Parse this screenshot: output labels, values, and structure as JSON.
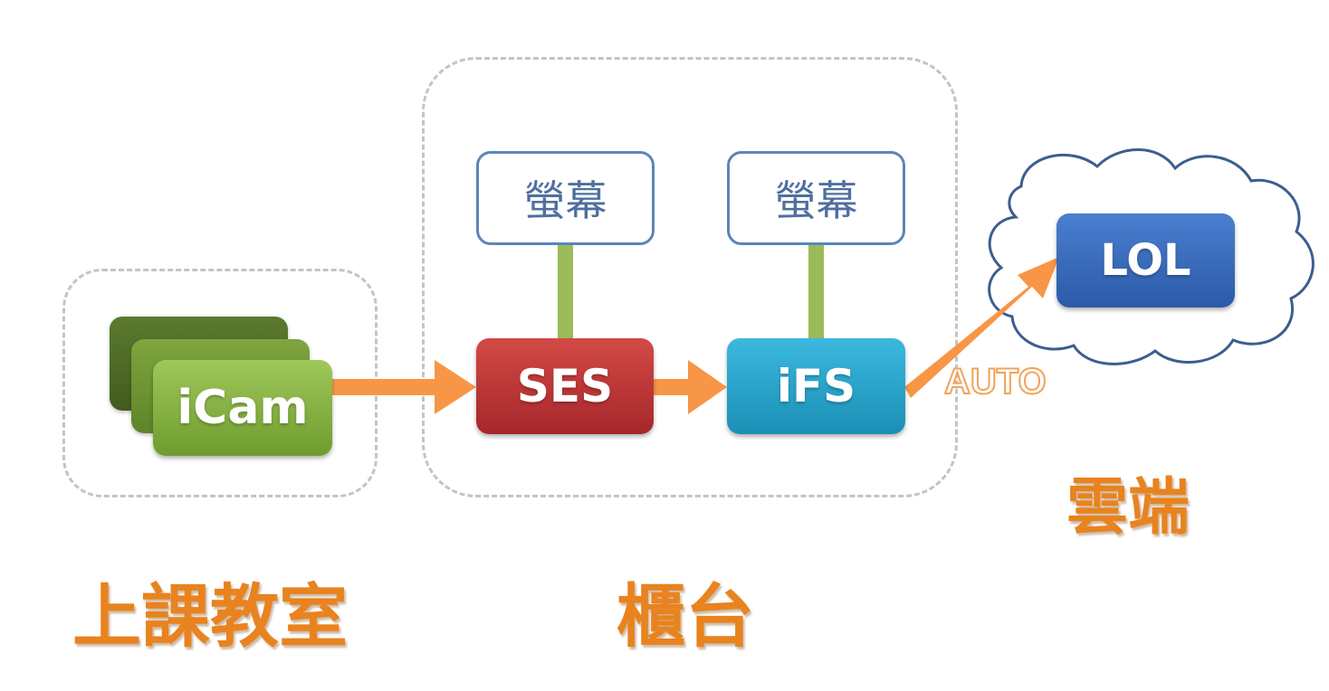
{
  "groups": {
    "classroom_label": "上課教室",
    "counter_label": "櫃台",
    "cloud_label": "雲端"
  },
  "nodes": {
    "icam": "iCam",
    "ses": "SES",
    "ifs": "iFS",
    "lol": "LOL"
  },
  "screens": {
    "screen_1": "螢幕",
    "screen_2": "螢幕"
  },
  "edges": {
    "auto_label": "AUTO"
  },
  "colors": {
    "arrow": "#f79646",
    "stem": "#9bbb59",
    "cloud_stroke": "#3c5e8f",
    "label": "#e8831f"
  }
}
